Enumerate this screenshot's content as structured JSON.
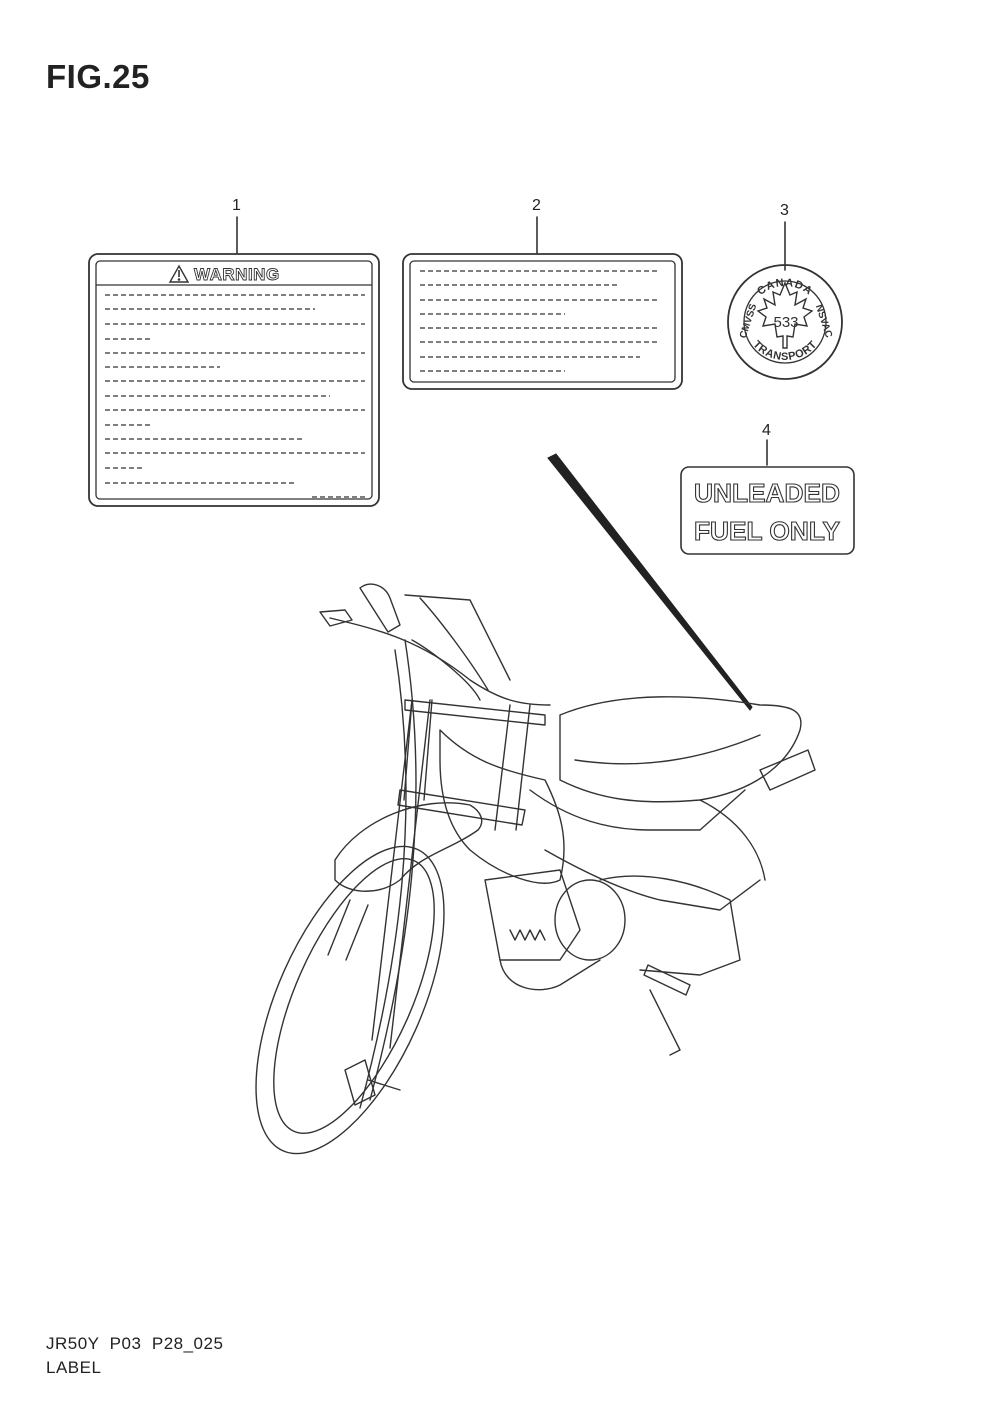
{
  "figure": {
    "title": "FIG.25",
    "model_code": "JR50Y  P03  P28_025",
    "section_name": "LABEL"
  },
  "callouts": [
    "1",
    "2",
    "3",
    "4"
  ],
  "labels": {
    "warning": {
      "heading": "WARNING"
    },
    "canada_seal": {
      "top_text": "CANADA",
      "bottom_text": "TRANSPORT",
      "left_text": "CMVSS",
      "right_text": "NSVAC",
      "number": "533"
    },
    "fuel": {
      "line1": "UNLEADED",
      "line2": "FUEL ONLY"
    }
  }
}
